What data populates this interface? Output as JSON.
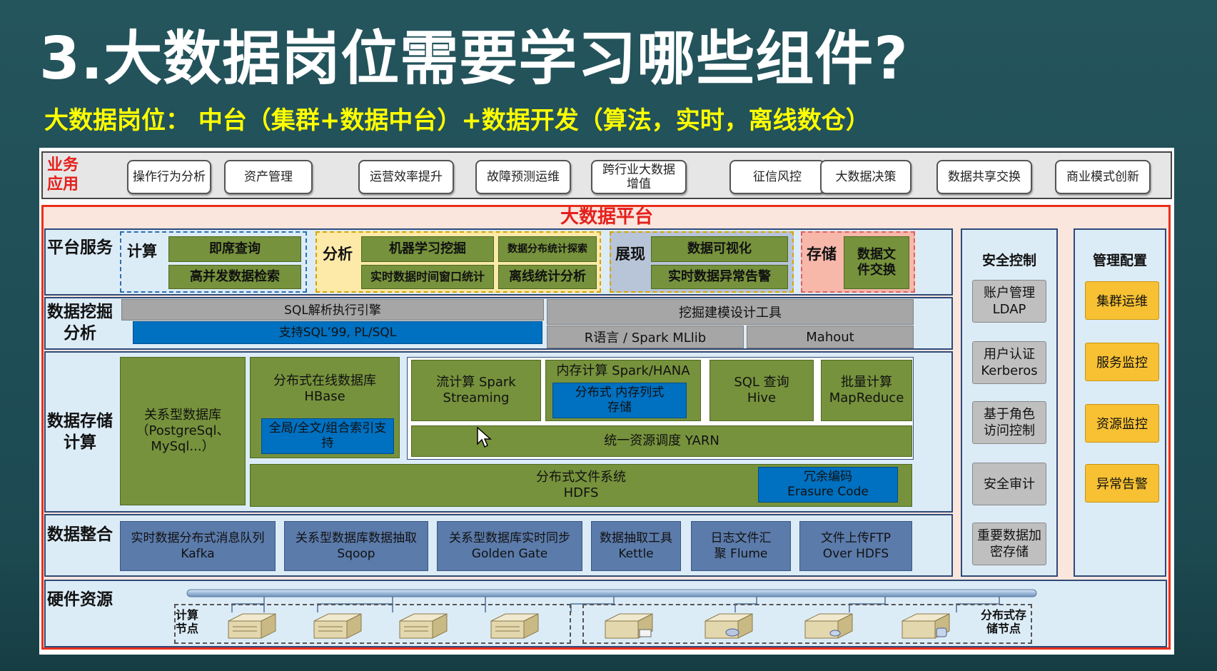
{
  "title": "3.大数据岗位需要学习哪些组件?",
  "subtitle": "大数据岗位： 中台（集群+数据中台）+数据开发（算法，实时，离线数仓）",
  "business_apps": {
    "label": "业务应用",
    "items": [
      "操作行为分析",
      "资产管理",
      "运营效率提升",
      "故障预测运维",
      "跨行业大数据增值",
      "征信风控",
      "大数据决策",
      "数据共享交换",
      "商业模式创新"
    ]
  },
  "platform": {
    "title": "大数据平台",
    "rows": {
      "platform_service": "平台服务",
      "mining": "数据挖掘分析",
      "storage_compute": "数据存储计算",
      "integration": "数据整合",
      "hardware": "硬件资源"
    },
    "services": {
      "compute": {
        "label": "计算",
        "items": [
          "即席查询",
          "高并发数据检索"
        ]
      },
      "analysis": {
        "label": "分析",
        "items": [
          "机器学习挖掘",
          "数据分布统计探索",
          "实时数据时间窗口统计",
          "离线统计分析"
        ]
      },
      "display": {
        "label": "展现",
        "items": [
          "数据可视化",
          "实时数据异常告警"
        ]
      },
      "storage": {
        "label": "存储",
        "items": [
          "数据文件交换"
        ]
      }
    },
    "mining": {
      "sql_engine": "SQL解析执行引擎",
      "sql_support": "支持SQL’99, PL/SQL",
      "modeling_tools": "挖掘建模设计工具",
      "r_spark": "R语言 / Spark MLlib",
      "mahout": "Mahout"
    },
    "storage": {
      "rdbms": "关系型数据库（PostgreSql、MySql...）",
      "hbase_title": "分布式在线数据库 HBase",
      "hbase_index": "全局/全文/组合索引支持",
      "streaming": "流计算 Spark Streaming",
      "memory": "内存计算 Spark/HANA",
      "memory_sub": "分布式 内存列式存储",
      "sql_query": "SQL 查询 Hive",
      "batch": "批量计算 MapReduce",
      "yarn": "统一资源调度 YARN",
      "hdfs": "分布式文件系统 HDFS",
      "erasure": "冗余编码 Erasure Code"
    },
    "integration": [
      "实时数据分布式消息队列 Kafka",
      "关系型数据库数据抽取 Sqoop",
      "关系型数据库实时同步 Golden Gate",
      "数据抽取工具 Kettle",
      "日志文件汇聚 Flume",
      "文件上传FTP Over HDFS"
    ],
    "hardware": {
      "compute_nodes": "计算节点",
      "storage_nodes": "分布式存储节点"
    }
  },
  "security": {
    "title": "安全控制",
    "items": [
      "账户管理 LDAP",
      "用户认证 Kerberos",
      "基于角色访问控制",
      "安全审计",
      "重要数据加密存储"
    ]
  },
  "management": {
    "title": "管理配置",
    "items": [
      "集群运维",
      "服务监控",
      "资源监控",
      "异常告警"
    ]
  },
  "colors": {
    "background": "#1e4a52",
    "title": "#ffffff",
    "subtitle": "#ffff00",
    "platform_border": "#e8301c",
    "green": "#76923c",
    "blue": "#0070c0",
    "gray": "#a6a6a6",
    "slate": "#5b7bab",
    "yellow": "#f7c133"
  }
}
